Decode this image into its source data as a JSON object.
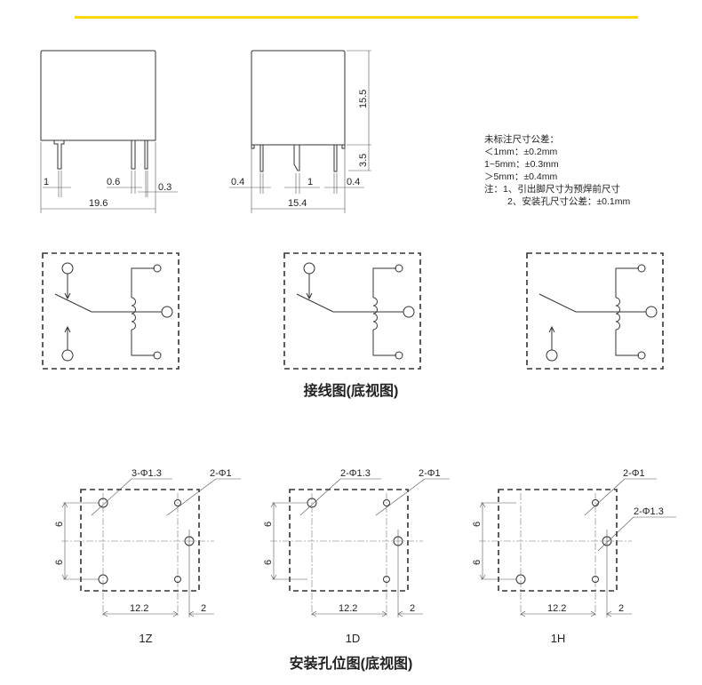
{
  "accent_color": "#FFD600",
  "dimensions": {
    "front": {
      "pin_pitch": "1",
      "pin_width": "0.6",
      "pin_thick": "0.3",
      "width": "19.6"
    },
    "side": {
      "left": "0.4",
      "mid": "1",
      "right": "0.4",
      "width": "15.4",
      "height": "15.5",
      "pin_length": "3.5"
    }
  },
  "notes": [
    "未标注尺寸公差：",
    "＜1mm：±0.2mm",
    "1~5mm：±0.3mm",
    "＞5mm：±0.4mm",
    "注：1、引出脚尺寸为预焊前尺寸",
    "2、安装孔尺寸公差：±0.1mm"
  ],
  "wiring_title": "接线图(底视图)",
  "mounting_title": "安装孔位图(底视图)",
  "variants": [
    {
      "name": "1Z",
      "label_a": "3-Φ1.3",
      "label_b": "2-Φ1",
      "dim_v1": "6",
      "dim_v2": "6",
      "dim_h": "12.2",
      "dim_off": "2"
    },
    {
      "name": "1D",
      "label_a": "2-Φ1.3",
      "label_b": "2-Φ1",
      "dim_v1": "6",
      "dim_v2": "6",
      "dim_h": "12.2",
      "dim_off": "2"
    },
    {
      "name": "1H",
      "label_a": "2-Φ1.3",
      "label_b": "2-Φ1",
      "dim_v1": "6",
      "dim_v2": "6",
      "dim_h": "12.2",
      "dim_off": "2"
    }
  ]
}
